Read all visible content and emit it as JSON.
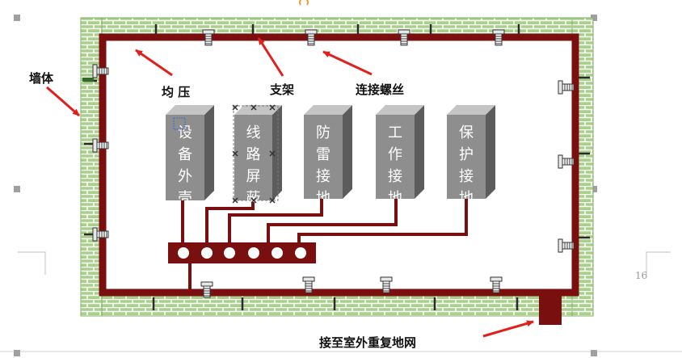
{
  "labels": {
    "wall": "墙体",
    "equipotential": "均 压",
    "bracket": "支架",
    "screw": "连接螺丝",
    "outdoor": "接至室外重复地网"
  },
  "boxes": [
    {
      "id": "equip",
      "text": "设备外壳"
    },
    {
      "id": "shield",
      "text": "线路屏蔽"
    },
    {
      "id": "lightning",
      "text": "防雷接地"
    },
    {
      "id": "work",
      "text": "工作接地"
    },
    {
      "id": "protect",
      "text": "保护接地"
    }
  ],
  "page_number": "16",
  "colors": {
    "bar": "#7a0f10",
    "brick": "#a8d08a",
    "mortar": "#ffffff",
    "box": "#8e8e8e",
    "arrow": "#e0201c"
  }
}
